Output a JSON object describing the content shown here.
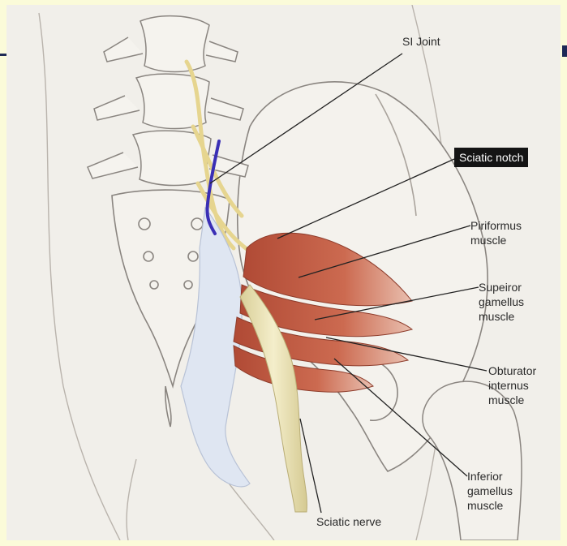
{
  "labels": {
    "si_joint": "SI Joint",
    "sciatic_notch": "Sciatic notch",
    "piriformis": [
      "Piriformus",
      "muscle"
    ],
    "superior_gemellus": [
      "Supeiror",
      "gamellus",
      "muscle"
    ],
    "obturator_internus": [
      "Obturator",
      "internus",
      "muscle"
    ],
    "inferior_gemellus": [
      "Inferior",
      "gamellus",
      "muscle"
    ],
    "sciatic_nerve": "Sciatic nerve"
  },
  "colors": {
    "page_background": "#fbfbd9",
    "plate_background": "#f1efea",
    "bone_outline": "#8a8580",
    "muscle": "#c1573f",
    "nerve": "#eee6b6",
    "si_joint_mark": "#3a2fb5",
    "ligament": "#dfe6f2"
  }
}
